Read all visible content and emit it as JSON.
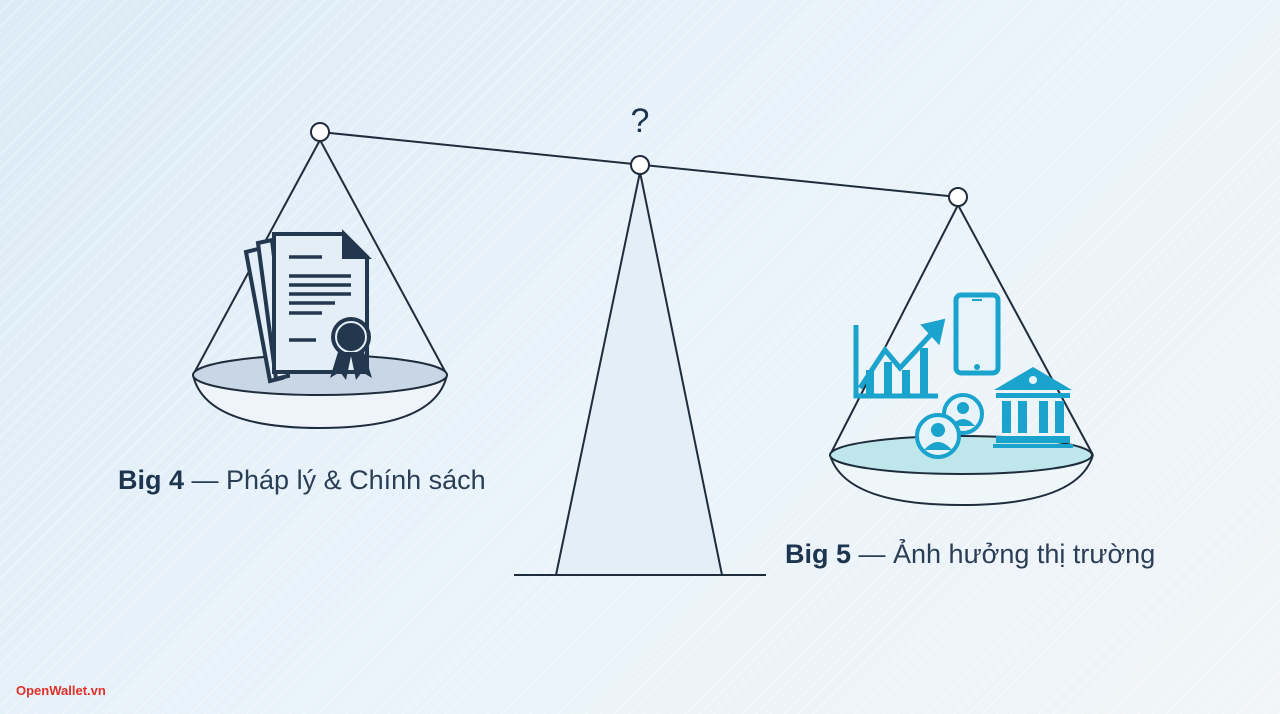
{
  "question_mark": "?",
  "left": {
    "bold": "Big 4",
    "text": " — Pháp lý & Chính sách",
    "icon": "legal-documents-certificate-icon"
  },
  "right": {
    "bold": "Big 5",
    "text": " — Ảnh hưởng thị trường",
    "icons": [
      "growth-chart-icon",
      "smartphone-icon",
      "users-icon",
      "bank-icon"
    ]
  },
  "watermark": "OpenWallet.vn",
  "colors": {
    "navy": "#1e3550",
    "teal": "#1aa3cc",
    "watermark": "#e0302a"
  }
}
